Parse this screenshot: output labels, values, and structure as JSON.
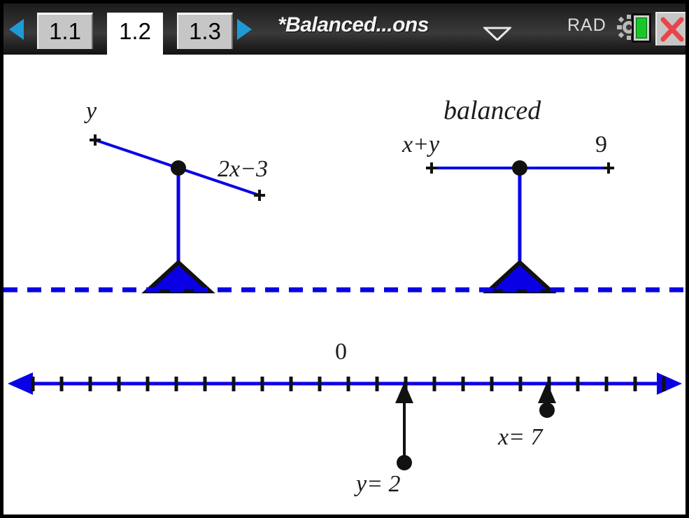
{
  "window": {
    "calc_mode": "RAD",
    "document_title": "*Balanced...ons"
  },
  "tabs": {
    "items": [
      {
        "label": "1.1",
        "active": false
      },
      {
        "label": "1.2",
        "active": true
      },
      {
        "label": "1.3",
        "active": false
      }
    ],
    "prev_icon": "triangle-left-icon",
    "next_icon": "triangle-right-icon"
  },
  "status_icons": {
    "gear": "gear-icon",
    "battery": "battery-full-icon",
    "close": "close-x-icon"
  },
  "scales": {
    "left": {
      "state_label": "",
      "left_pan_label": "y",
      "right_pan_label": "2x−3",
      "tilt": "left-up"
    },
    "right": {
      "state_label": "balanced",
      "left_pan_label": "x+y",
      "right_pan_label": "9",
      "tilt": "level"
    }
  },
  "numberline": {
    "origin_label": "0",
    "tick_count": 23,
    "sliders": [
      {
        "label": "y= 2",
        "value": 2
      },
      {
        "label": "x= 7",
        "value": 7
      }
    ],
    "left_arrow_icon": "arrow-left-icon",
    "right_arrow_icon": "arrow-right-icon"
  },
  "colors": {
    "beam_blue": "#0a00e6",
    "accent_blue": "#1f9ad6",
    "battery_green": "#16c727",
    "close_red": "#e8454a",
    "ink_black": "#111111"
  }
}
